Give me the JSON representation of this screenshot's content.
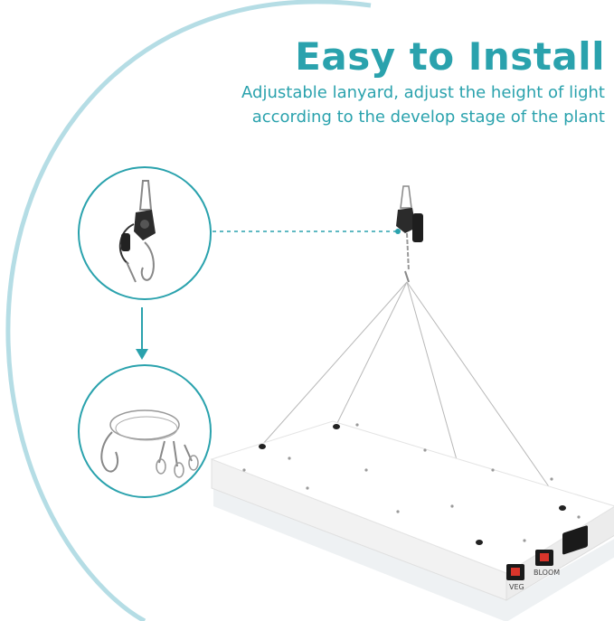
{
  "heading": {
    "title": "Easy to Install",
    "subtitle_line1": "Adjustable lanyard, adjust the height of light",
    "subtitle_line2": "according to the develop stage of the plant"
  },
  "product": {
    "switch_veg_label": "VEG",
    "switch_bloom_label": "BLOOM"
  },
  "colors": {
    "accent": "#2aa2ad",
    "arc": "#b5dde5",
    "switch_red": "#d9352b",
    "panel": "#ffffff"
  }
}
